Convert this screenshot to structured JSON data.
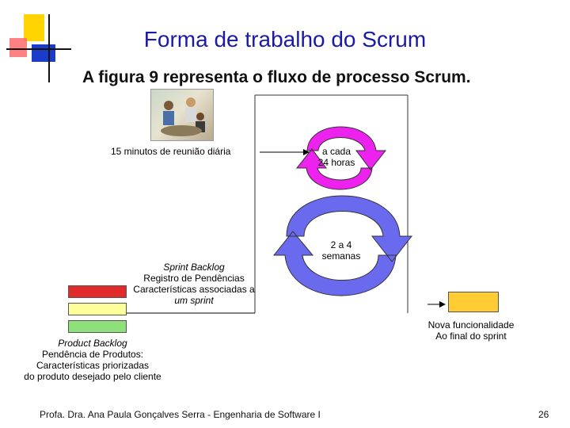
{
  "title": "Forma de trabalho do Scrum",
  "subtitle": "A figura 9  representa o fluxo de processo Scrum.",
  "daily_meeting_label": "15 minutos de reunião diária",
  "daily_cycle": {
    "line1": "a cada",
    "line2": "24 horas"
  },
  "sprint_cycle": {
    "line1": "2 a 4",
    "line2": "semanas"
  },
  "sprint_backlog": {
    "title": "Sprint Backlog",
    "line1": "Registro de Pendências",
    "line2": "Características associadas a",
    "line3": "um sprint"
  },
  "product_backlog": {
    "title": "Product Backlog",
    "line1": "Pendência de Produtos:",
    "line2": "Características priorizadas",
    "line3": "do produto desejado pelo cliente"
  },
  "new_functionality": {
    "line1": "Nova funcionalidade",
    "line2": "Ao final do sprint"
  },
  "footer": {
    "author": "Profa. Dra. Ana Paula Gonçalves Serra - Engenharia de Software I",
    "page": "26"
  },
  "colors": {
    "title": "#1a1aa6",
    "daily_cycle": "#ee22ee",
    "sprint_cycle": "#6a6aee",
    "sprint_bar_red": "#e12a2a",
    "sprint_bar_yellow": "#ffff99",
    "product_bar_green": "#8ee07a",
    "deliverable": "#ffcc33"
  }
}
